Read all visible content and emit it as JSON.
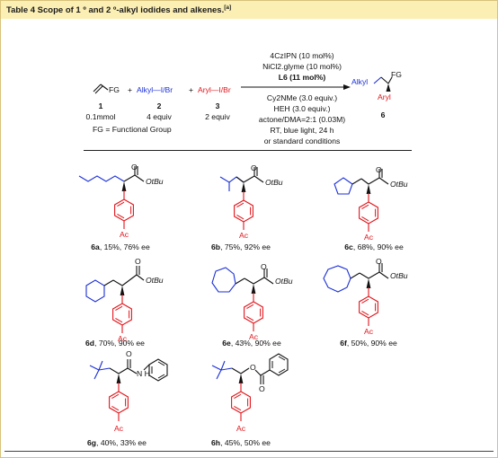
{
  "header": {
    "title": "Table 4 Scope of 1 º and 2 º-alkyl iodides and alkenes.",
    "footnote_mark": "[a]"
  },
  "scheme": {
    "reagent_1": {
      "number": "1",
      "amount": "0.1mmol",
      "fg_label": "FG"
    },
    "reagent_2": {
      "plus": "+",
      "formula": "Alkyl—I/Br",
      "number": "2",
      "amount": "4 equiv"
    },
    "reagent_3": {
      "plus": "+",
      "formula": "Aryl—I/Br",
      "number": "3",
      "amount": "2 equiv"
    },
    "fg_definition": "FG = Functional Group",
    "conditions_above": [
      "4CzIPN (10 mol%)",
      "NiCl2.glyme (10 mol%)",
      "L6 (11 mol%)"
    ],
    "conditions_below": [
      "Cy2NMe (3.0 equiv.)",
      "HEH (3.0 equiv.)",
      "actone/DMA=2:1 (0.03M)",
      "RT, blue light, 24 h",
      "or standard conditions"
    ],
    "product": {
      "alkyl": "Alkyl",
      "aryl": "Aryl",
      "fg": "FG",
      "number": "6"
    }
  },
  "products": [
    {
      "id": "6a",
      "caption": ", 15%, 76% ee",
      "ester": "OtBu",
      "ac": "Ac"
    },
    {
      "id": "6b",
      "caption": ", 75%, 92% ee",
      "ester": "OtBu",
      "ac": "Ac"
    },
    {
      "id": "6c",
      "caption": ", 68%, 90% ee",
      "ester": "OtBu",
      "ac": "Ac"
    },
    {
      "id": "6d",
      "caption": ", 70%, 90% ee",
      "ester": "OtBu",
      "ac": "Ac"
    },
    {
      "id": "6e",
      "caption": ", 43%, 90% ee",
      "ester": "OtBu",
      "ac": "Ac"
    },
    {
      "id": "6f",
      "caption": ", 50%, 90% ee",
      "ester": "OtBu",
      "ac": "Ac"
    },
    {
      "id": "6g",
      "caption": ", 40%, 33% ee",
      "nh": "N H",
      "ac": "Ac"
    },
    {
      "id": "6h",
      "caption": ", 45%, 50% ee",
      "ac": "Ac"
    }
  ],
  "colors": {
    "header_bg": "#fcefb4",
    "alkyl_blue": "#1a2fd6",
    "aryl_red": "#e0151b",
    "border": "#d7c27a"
  }
}
